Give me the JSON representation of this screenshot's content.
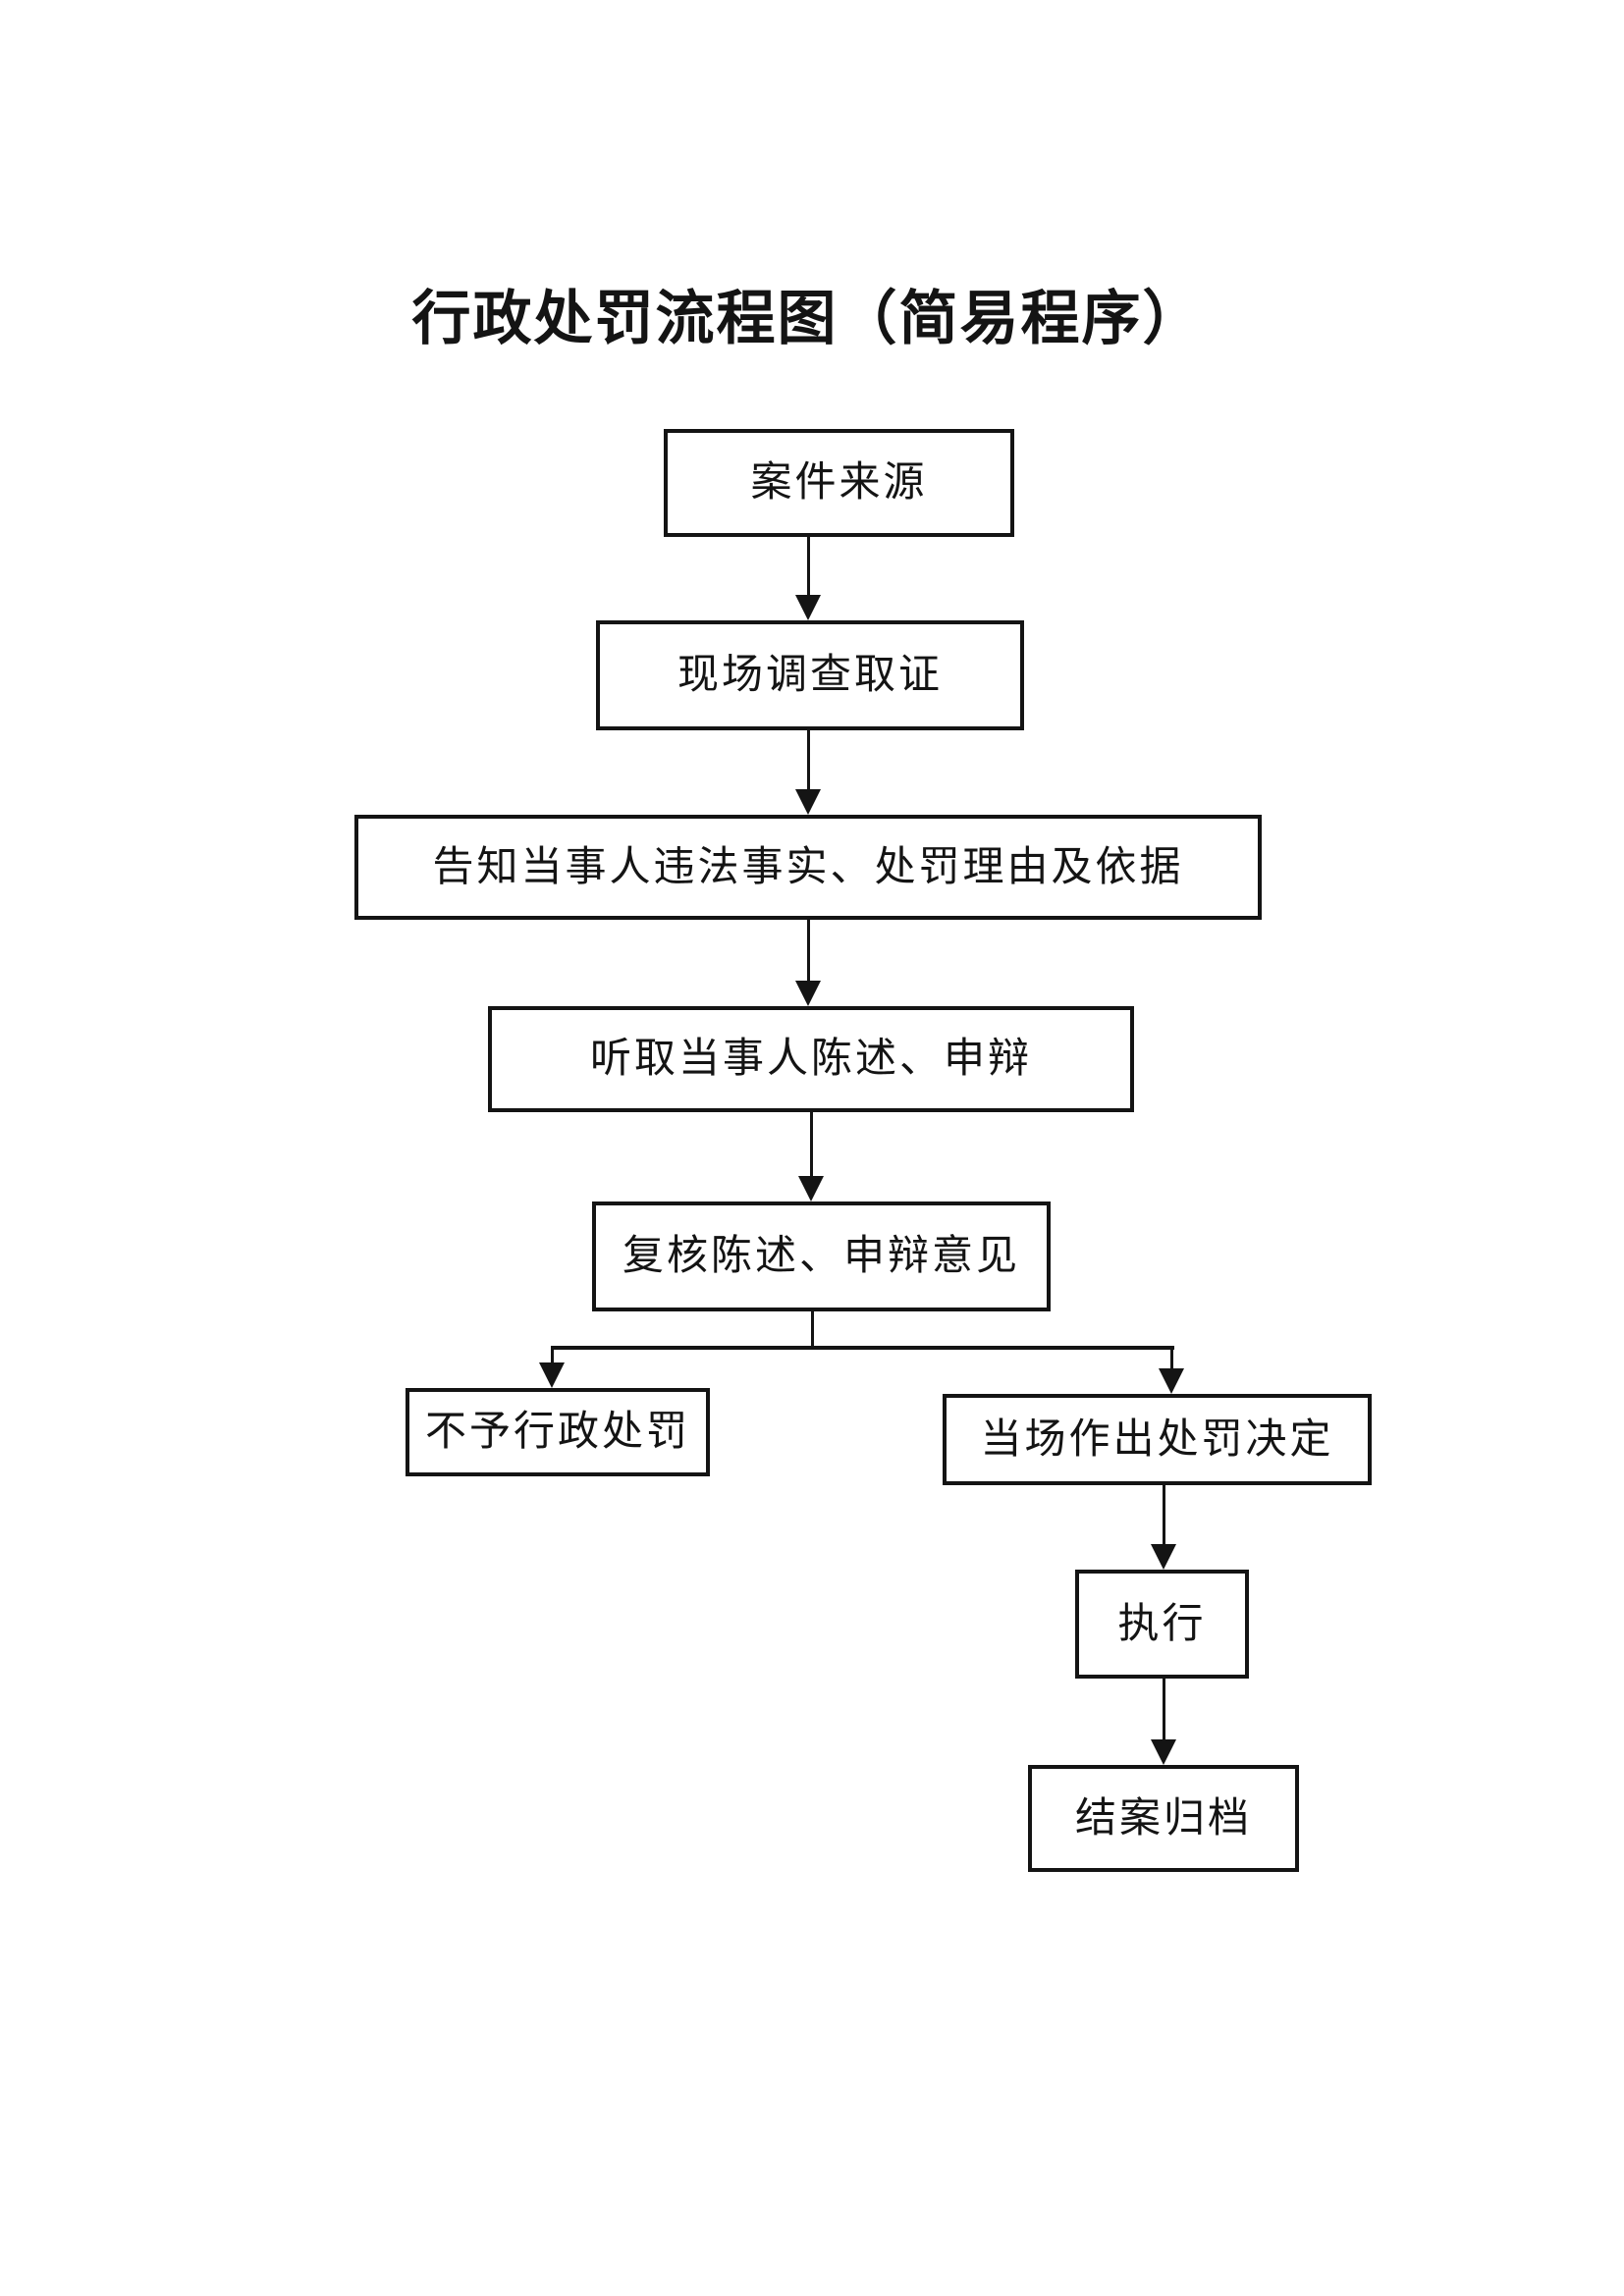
{
  "page": {
    "title": "行政处罚流程图（简易程序）"
  },
  "flowchart": {
    "type": "flowchart",
    "direction": "top-down",
    "nodes": [
      {
        "id": "case-source",
        "label": "案件来源"
      },
      {
        "id": "investigation",
        "label": "现场调查取证"
      },
      {
        "id": "inform",
        "label": "告知当事人违法事实、处罚理由及依据"
      },
      {
        "id": "listen",
        "label": "听取当事人陈述、申辩"
      },
      {
        "id": "review",
        "label": "复核陈述、申辩意见"
      },
      {
        "id": "no-penalty",
        "label": "不予行政处罚"
      },
      {
        "id": "decision",
        "label": "当场作出处罚决定"
      },
      {
        "id": "execute",
        "label": "执行"
      },
      {
        "id": "close-file",
        "label": "结案归档"
      }
    ],
    "edges": [
      {
        "from": "case-source",
        "to": "investigation"
      },
      {
        "from": "investigation",
        "to": "inform"
      },
      {
        "from": "inform",
        "to": "listen"
      },
      {
        "from": "listen",
        "to": "review"
      },
      {
        "from": "review",
        "to": "no-penalty"
      },
      {
        "from": "review",
        "to": "decision"
      },
      {
        "from": "decision",
        "to": "execute"
      },
      {
        "from": "execute",
        "to": "close-file"
      }
    ],
    "colors": {
      "line": "#141414",
      "box_border": "#141414",
      "text": "#141414",
      "background": "#ffffff"
    }
  }
}
